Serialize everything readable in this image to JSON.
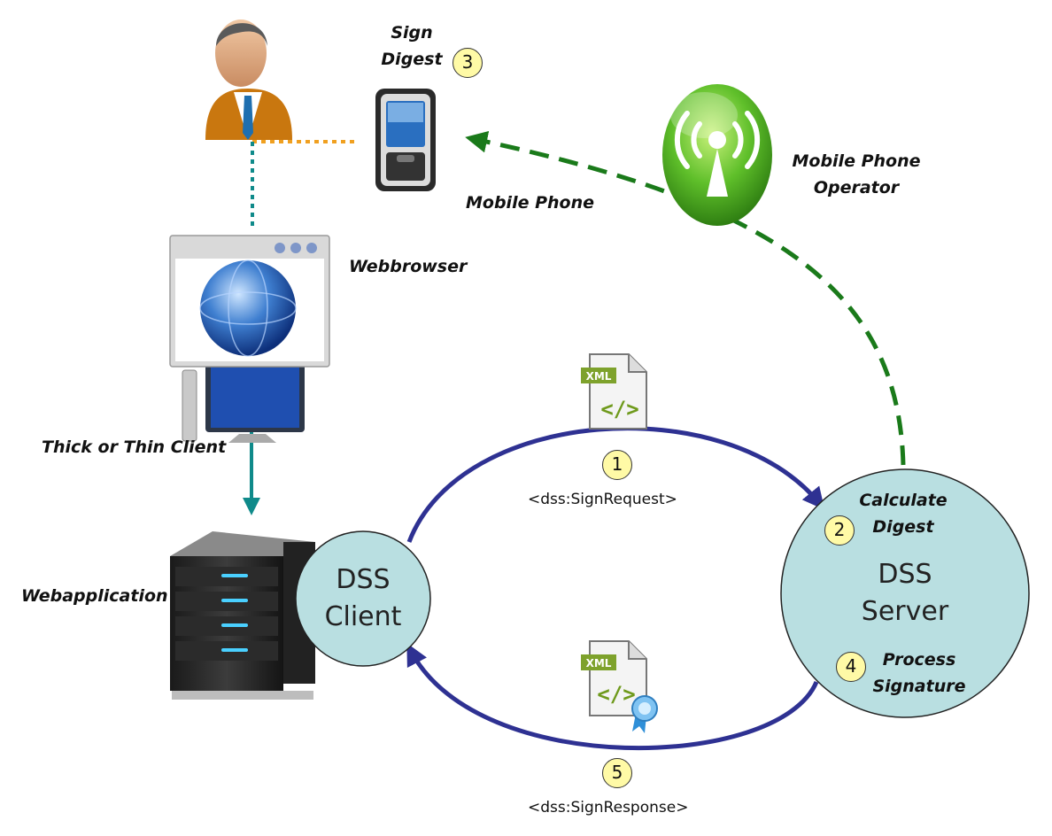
{
  "labels": {
    "sign_digest_line1": "Sign",
    "sign_digest_line2": "Digest",
    "mobile_phone": "Mobile Phone",
    "operator_line1": "Mobile Phone",
    "operator_line2": "Operator",
    "webbrowser": "Webbrowser",
    "thick_thin_client": "Thick or Thin Client",
    "webapplication": "Webapplication",
    "calc_digest_line1": "Calculate",
    "calc_digest_line2": "Digest",
    "process_sig_line1": "Process",
    "process_sig_line2": "Signature"
  },
  "nodes": {
    "dss_client_line1": "DSS",
    "dss_client_line2": "Client",
    "dss_server_line1": "DSS",
    "dss_server_line2": "Server"
  },
  "messages": {
    "sign_request": "<dss:SignRequest>",
    "sign_response": "<dss:SignResponse>"
  },
  "steps": {
    "s1": "1",
    "s2": "2",
    "s3": "3",
    "s4": "4",
    "s5": "5"
  },
  "icons": {
    "xml_doc_label": "XML",
    "xml_doc_code": "</>"
  },
  "colors": {
    "node_fill": "#b9dfe1",
    "flow_arrow": "#2e3192",
    "mobile_arrow": "#1a7a1a",
    "teal_link": "#0f8a8a",
    "orange_link": "#f0a020",
    "badge_fill": "#fffaa6"
  }
}
